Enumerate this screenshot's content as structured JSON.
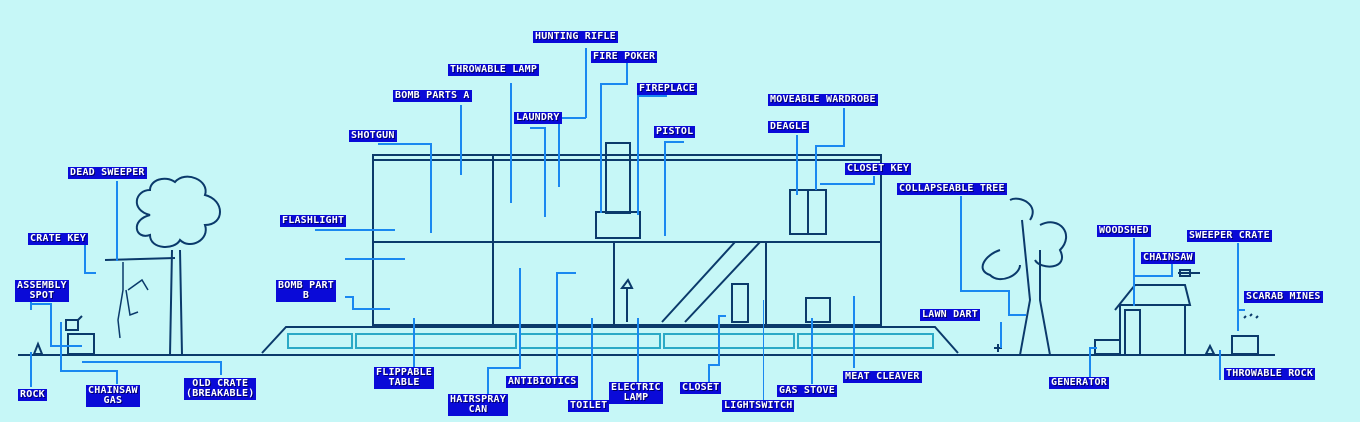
{
  "title": "House layout item map",
  "colors": {
    "background": "#c6f7f7",
    "outline": "#0b3a6b",
    "interior": "#2aa9c6",
    "label_bg": "#0a0ad8",
    "label_text": "#ffffff",
    "leader_line": "#1a88f0"
  },
  "labels": {
    "dead_sweeper": "DEAD SWEEPER",
    "crate_key": "CRATE KEY",
    "assembly_spot": "ASSEMBLY\nSPOT",
    "rock": "ROCK",
    "chainsaw_gas": "CHAINSAW\nGAS",
    "old_crate": "OLD CRATE\n(BREAKABLE)",
    "shotgun": "SHOTGUN",
    "bomb_parts_a": "BOMB PARTS A",
    "throwable_lamp": "THROWABLE LAMP",
    "laundry": "LAUNDRY",
    "hunting_rifle": "HUNTING RIFLE",
    "fire_poker": "FIRE POKER",
    "fireplace": "FIREPLACE",
    "pistol": "PISTOL",
    "moveable_wardrobe": "MOVEABLE WARDROBE",
    "deagle": "DEAGLE",
    "closet_key": "CLOSET KEY",
    "collapseable_tree": "COLLAPSEABLE TREE",
    "flashlight": "FLASHLIGHT",
    "bomb_part_b": "BOMB PART\nB",
    "flippable_table": "FLIPPABLE\nTABLE",
    "hairspray_can": "HAIRSPRAY\nCAN",
    "antibiotics": "ANTIBIOTICS",
    "toilet": "TOILET",
    "electric_lamp": "ELECTRIC\nLAMP",
    "closet": "CLOSET",
    "lightswitch": "LIGHTSWITCH",
    "gas_stove": "GAS STOVE",
    "meat_cleaver": "MEAT CLEAVER",
    "lawn_dart": "LAWN DART",
    "woodshed": "WOODSHED",
    "chainsaw": "CHAINSAW",
    "sweeper_crate": "SWEEPER CRATE",
    "scarab_mines": "SCARAB MINES",
    "generator": "GENERATOR",
    "throwable_rock": "THROWABLE ROCK"
  }
}
